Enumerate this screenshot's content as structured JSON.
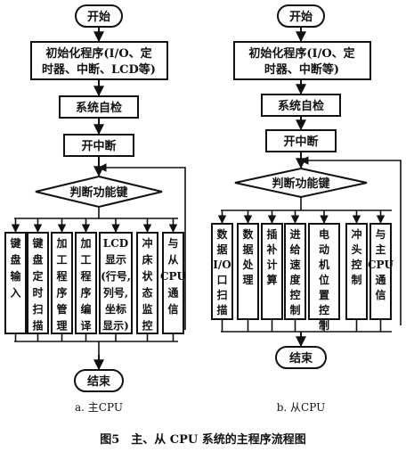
{
  "figure_caption": "图5　主、从 CPU 系统的主程序流程图",
  "master": {
    "caption": "a. 主CPU",
    "start": "开始",
    "init_line1": "初始化程序(I/O、定",
    "init_line2": "时器、中断、LCD等)",
    "self_check": "系统自检",
    "interrupt": "开中断",
    "decision": "判断功能键",
    "end": "结束",
    "modules": [
      {
        "lines": [
          "键",
          "盘",
          "输",
          "入"
        ]
      },
      {
        "lines": [
          "键",
          "盘",
          "定",
          "时",
          "扫",
          "描"
        ]
      },
      {
        "lines": [
          "加",
          "工",
          "程",
          "序",
          "管",
          "理"
        ]
      },
      {
        "lines": [
          "加",
          "工",
          "程",
          "序",
          "编",
          "译"
        ]
      },
      {
        "lines": [
          "LCD",
          "显示",
          "(行号,",
          "列号,",
          "坐标",
          "显示)"
        ]
      },
      {
        "lines": [
          "冲",
          "床",
          "状",
          "态",
          "监",
          "控"
        ]
      },
      {
        "lines": [
          "与",
          "从",
          "CPU",
          "通",
          "信"
        ]
      }
    ]
  },
  "slave": {
    "caption": "b. 从CPU",
    "start": "开始",
    "init_line1": "初始化程序(I/O、定",
    "init_line2": "时器、中断等)",
    "self_check": "系统自检",
    "interrupt": "开中断",
    "decision": "判断功能键",
    "end": "结束",
    "modules": [
      {
        "lines": [
          "数",
          "据",
          "I/O",
          "口",
          "扫",
          "描"
        ]
      },
      {
        "lines": [
          "数",
          "据",
          "处",
          "理"
        ]
      },
      {
        "lines": [
          "插",
          "补",
          "计",
          "算"
        ]
      },
      {
        "lines": [
          "进",
          "给",
          "速",
          "度",
          "控",
          "制"
        ]
      },
      {
        "lines": [
          "电",
          "动",
          "机",
          "位",
          "置",
          "控",
          "制"
        ]
      },
      {
        "lines": [
          "冲",
          "头",
          "控",
          "制"
        ]
      },
      {
        "lines": [
          "与",
          "主",
          "CPU",
          "通",
          "信"
        ]
      }
    ]
  }
}
